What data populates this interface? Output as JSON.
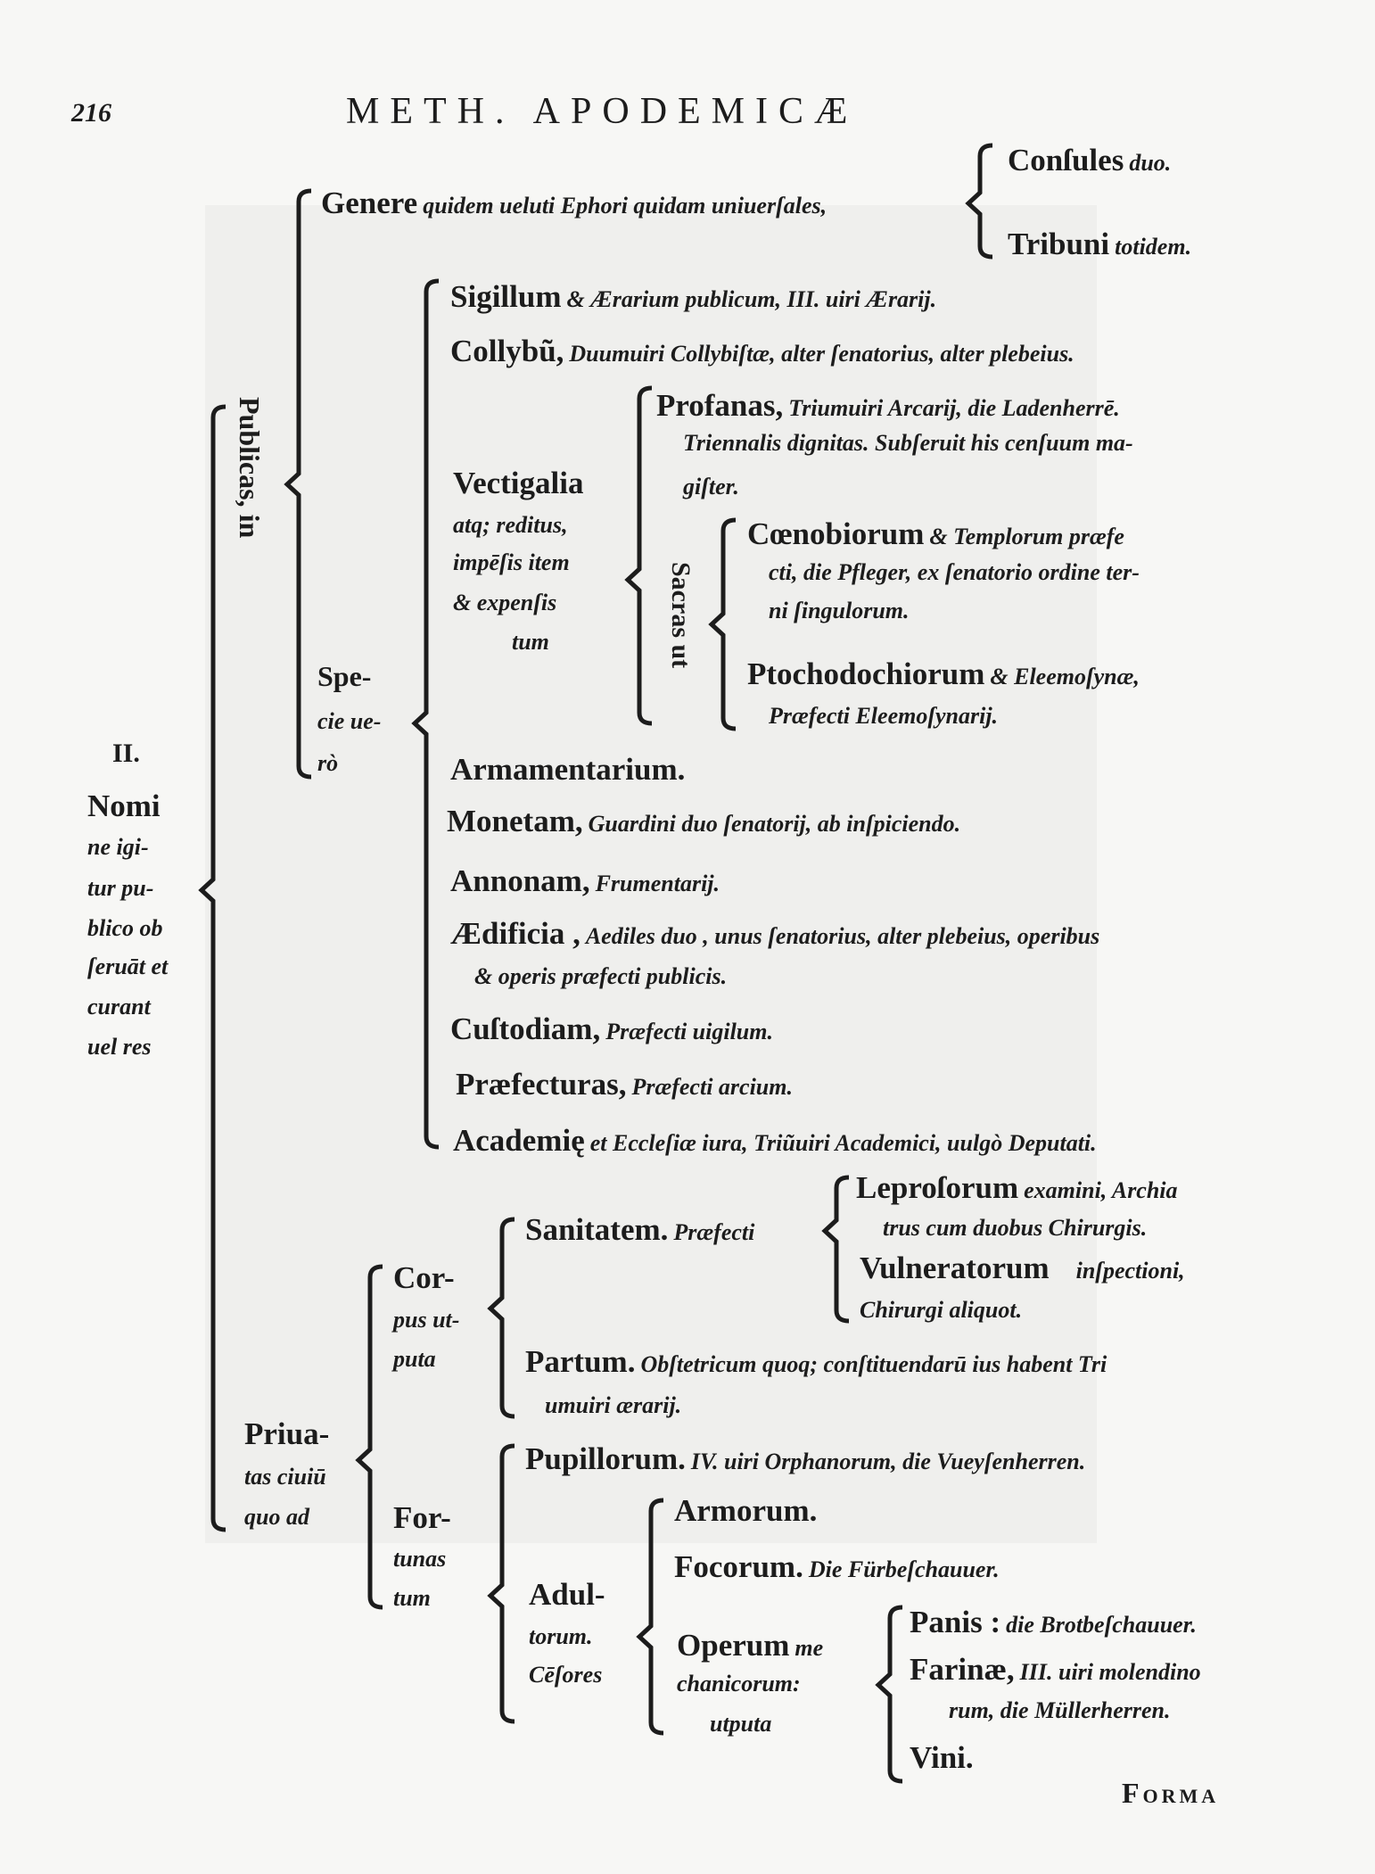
{
  "header": {
    "page_number": "216",
    "running_title": "METH. APODEMICÆ"
  },
  "genere": {
    "main": "Genere",
    "gloss": "quidem ueluti Ephori quidam uniuerſales,",
    "items": [
      {
        "main": "Conſules",
        "gloss": "duo."
      },
      {
        "main": "Tribuni",
        "gloss": "totidem."
      }
    ]
  },
  "publicas_label": "Publicas, in",
  "specie_label": [
    "Spe-",
    "cie ue-",
    "rò"
  ],
  "nomine_label": [
    "II.",
    "Nomi",
    "ne igi-",
    "tur pu-",
    "blico ob",
    "ſeruāt et",
    "curant",
    "uel res"
  ],
  "specie_items": {
    "sigillum": {
      "main": "Sigillum",
      "gloss": "& Ærarium publicum, III. uiri Ærarij."
    },
    "collybu": {
      "main": "Collybũ,",
      "gloss": "Duumuiri Collybiſtæ, alter ſenatorius, alter plebeius."
    },
    "vectigalia": {
      "main": "Vectigalia",
      "lines": [
        "atq; reditus,",
        "impēſis item",
        "& expenſis",
        "tum"
      ]
    },
    "profanas": {
      "main": "Profanas,",
      "gloss": "Triumuiri Arcarij, die Ladenherrē.",
      "lines": [
        "Triennalis dignitas. Subſeruit his cenſuum ma-",
        "giſter."
      ]
    },
    "sacras_label": "Sacras ut",
    "coenobiorum": {
      "main": "Cœnobiorum",
      "gloss": "& Templorum præfe",
      "lines": [
        "cti, die Pfleger, ex ſenatorio ordine ter-",
        "ni ſingulorum."
      ]
    },
    "ptochodochiorum": {
      "main": "Ptochodochiorum",
      "gloss": "& Eleemoſynæ,",
      "lines": [
        "Præfecti Eleemoſynarij."
      ]
    },
    "armamentarium": {
      "main": "Armamentarium."
    },
    "monetam": {
      "main": "Monetam,",
      "gloss": "Guardini duo ſenatorij, ab inſpiciendo."
    },
    "annonam": {
      "main": "Annonam,",
      "gloss": "Frumentarij."
    },
    "aedificia": {
      "main": "Ædificia ,",
      "gloss": "Aediles duo , unus ſenatorius, alter plebeius, operibus",
      "lines": [
        "& operis præfecti publicis."
      ]
    },
    "custodiam": {
      "main": "Cuſtodiam,",
      "gloss": "Præfecti uigilum."
    },
    "praefecturas": {
      "main": "Præfecturas,",
      "gloss": "Præfecti arcium."
    },
    "academiae": {
      "main": "Academię",
      "gloss": "et Eccleſiæ iura, Triũuiri Academici, uulgò Deputati."
    }
  },
  "priuatas_label": [
    "Priua-",
    "tas ciuiū",
    "quo ad"
  ],
  "corpus_label": [
    "Cor-",
    "pus ut-",
    "puta"
  ],
  "fortunas_label": [
    "For-",
    "tunas",
    "tum"
  ],
  "sanitatem": {
    "main": "Sanitatem.",
    "gloss": "Præfecti"
  },
  "leprosorum": {
    "main": "Leproſorum",
    "gloss": "examini, Archia",
    "lines": [
      "trus cum duobus Chirurgis."
    ]
  },
  "vulneratorum": {
    "main": "Vulneratorum",
    "gloss": "inſpectioni,",
    "lines": [
      "Chirurgi aliquot."
    ]
  },
  "partum": {
    "main": "Partum.",
    "gloss": "Obſtetricum quoq; conſtituendarū ius habent Tri",
    "lines": [
      "umuiri ærarij."
    ]
  },
  "pupillorum": {
    "main": "Pupillorum.",
    "gloss": "IV. uiri Orphanorum, die Vueyſenherren."
  },
  "adultorum_label": [
    "Adul-",
    "torum.",
    "Cēſores"
  ],
  "armorum": {
    "main": "Armorum."
  },
  "focorum": {
    "main": "Focorum.",
    "gloss": "Die Fürbeſchauuer."
  },
  "operum_label": {
    "main": "Operum",
    "gloss": "me",
    "lines": [
      "chanicorum:",
      "utputa"
    ]
  },
  "panis": {
    "main": "Panis :",
    "gloss": "die Brotbeſchauuer."
  },
  "farinae": {
    "main": "Farinæ,",
    "gloss": "III. uiri molendino",
    "lines": [
      "rum, die Müllerherren."
    ]
  },
  "vini": {
    "main": "Vini."
  },
  "catchword": "Forma"
}
